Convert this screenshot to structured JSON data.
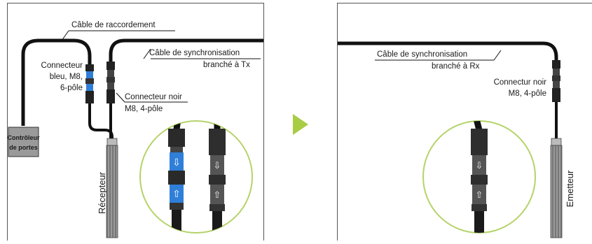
{
  "left_panel": {
    "label_cable_raccordement": "Câble de raccordement",
    "label_cable_sync_line1": "Câble de synchronisation",
    "label_cable_sync_line2": "branché à Tx",
    "label_connecteur_bleu_line1": "Connecteur",
    "label_connecteur_bleu_line2": "bleu, M8,",
    "label_connecteur_bleu_line3": "6-pôle",
    "label_connecteur_noir_line1": "Connecteur noir",
    "label_connecteur_noir_line2": "M8, 4-pôle",
    "controller_line1": "Contrôleur",
    "controller_line2": "de portes",
    "receiver_label": "Récepteur"
  },
  "right_panel": {
    "label_cable_sync_line1": "Câble de synchronisation",
    "label_cable_sync_line2": "branché à Rx",
    "label_connecteur_line1": "Connectur noir",
    "label_connecteur_line2": "M8, 4-pôle",
    "emitter_label": "Emetteur"
  },
  "colors": {
    "panel_border": "#555555",
    "cable": "#111111",
    "connector_blue": "#2f7fd8",
    "connector_dark": "#3a3a3a",
    "controller_fill": "#9a9a9a",
    "zoom_circle": "#b5d36a",
    "arrow": "#a9cc45"
  },
  "icons": [
    "arrow-down-icon",
    "arrow-up-icon",
    "next-step-arrow-icon"
  ]
}
